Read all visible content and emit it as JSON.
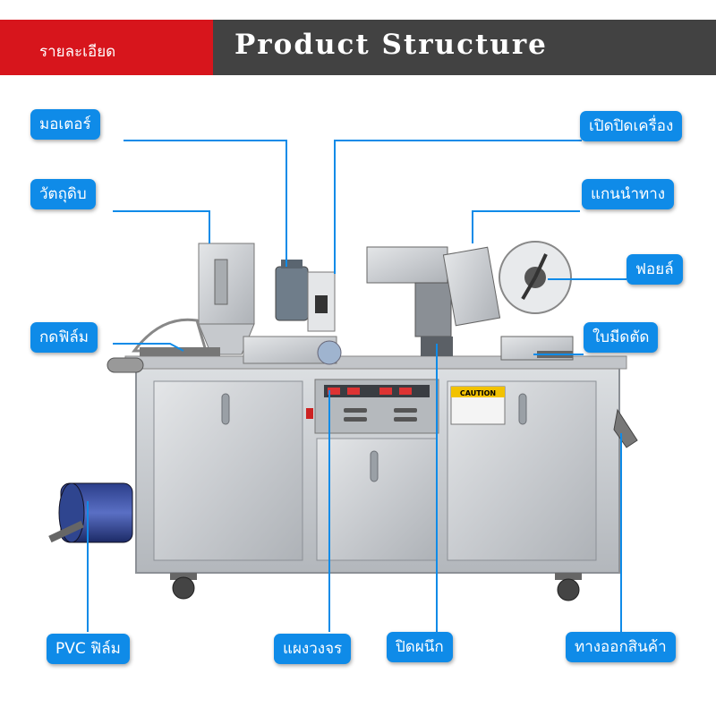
{
  "header": {
    "thai_label": "รายละเอียด",
    "title": "Product Structure",
    "colors": {
      "red": "#d7151c",
      "dark": "#424242"
    }
  },
  "machine": {
    "caution_text": "CAUTION"
  },
  "callouts": {
    "motor": "มอเตอร์",
    "raw_material": "วัตถุดิบ",
    "press_film": "กดฟิล์ม",
    "pvc_film": "PVC ฟิล์ม",
    "control_panel": "แผงวงจร",
    "seal": "ปิดผนึก",
    "power_switch": "เปิดปิดเครื่อง",
    "guide_shaft": "แกนนำทาง",
    "foil": "ฟอยล์",
    "cutting_blade": "ใบมีดตัด",
    "output_chute": "ทางออกสินค้า"
  },
  "accent_color": "#0f8be8"
}
